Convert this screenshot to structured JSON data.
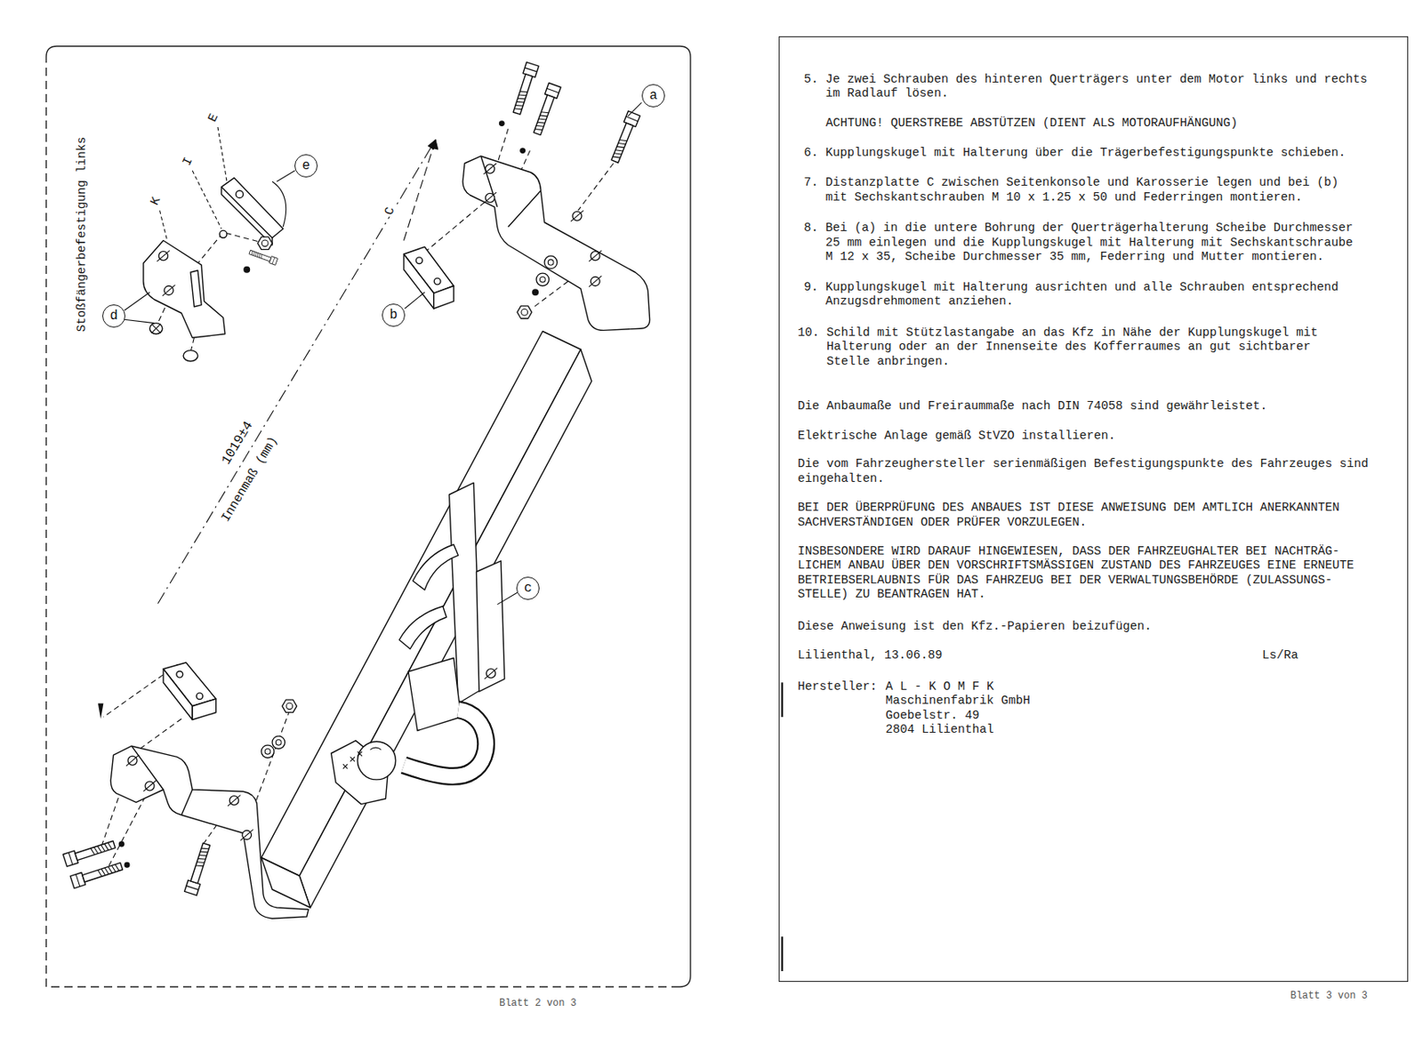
{
  "diagram": {
    "nodes": [
      {
        "text": [
          "Stoßfängerbefestigung links",
          "K",
          "I",
          "E",
          "C",
          "1019±4",
          "Innenmaß (mm)"
        ]
      },
      {
        "text": [
          "a"
        ],
        "in": 0
      },
      {
        "text": [
          "e"
        ],
        "in": 0
      },
      {
        "text": [
          "d"
        ],
        "in": 0
      },
      {
        "text": [
          "b"
        ],
        "in": 0
      },
      {
        "text": [
          "c"
        ],
        "in": 0
      },
      {
        "text": [
          "5. Je zwei Schrauben des hinteren Querträgers unter dem Motor links und rechts im Radlauf lösen.",
          "ACHTUNG! QUERSTREBE ABSTÜTZEN (DIENT ALS MOTORAUFHÄNGUNG)",
          "6. Kupplungskugel mit Halterung über die Trägerbefestigungspunkte schieben.",
          "7. Distanzplatte C zwischen Seitenkonsole und Karosserie legen und bei (b) mit Sechskantschrauben M 10 x 1.25 x 50 und Federringen montieren.",
          "8. Bei (a) in die untere Bohrung der Querträgerhalterung Scheibe Durchmesser 25 mm einlegen und die Kupplungskugel mit Halterung mit Sechskantschraube M 12 x 35, Scheibe Durchmesser 35 mm, Federring und Mutter montieren.",
          "9. Kupplungskugel mit Halterung ausrichten und alle Schrauben entsprechend Anzugsdrehmoment anziehen.",
          "10. Schild mit Stützlastangabe an das Kfz in Nähe der Kupplungskugel mit Halterung oder an der Innenseite des Kofferraumes an gut sichtbarer Stelle anbringen.",
          "Die Anbaumaße und Freiraummaße nach DIN 74058 sind gewährleistet.",
          "Elektrische Anlage gemäß StVZO installieren.",
          "Die vom Fahrzeughersteller serienmäßigen Befestigungspunkte des Fahrzeuges sind eingehalten.",
          "BEI DER ÜBERPRÜFUNG DES ANBAUES IST DIESE ANWEISUNG DEM AMTLICH ANERKANNTEN SACHVERSTÄNDIGEN ODER PRÜFER VORZULEGEN.",
          "INSBESONDERE WIRD DARAUF HINGEWIESEN, DASS DER FAHRZEUGHALTER BEI NACHTRÄG- LICHEM ANBAU ÜBER DEN VORSCHRIFTSMÄSSIGEN ZUSTAND DES FAHRZEUGES EINE ERNEUTE BETRIEBSERLAUBNIS FÜR DAS FAHRZEUG BEI DER VERWALTUNGSBEHÖRDE (ZULASSUNGS- STELLE) ZU BEANTRAGEN HAT.",
          "Diese Anweisung ist den Kfz.-Papieren beizufügen.",
          "Lilienthal, 13.06.89",
          "Ls/Ra",
          "Hersteller:",
          "A L - K O M F K",
          "Maschinenfabrik GmbH",
          "Goebelstr. 49",
          "2804 Lilienthal"
        ]
      }
    ],
    "labels": [
      "Blatt 2 von 3",
      "Blatt 3 von 3"
    ]
  }
}
